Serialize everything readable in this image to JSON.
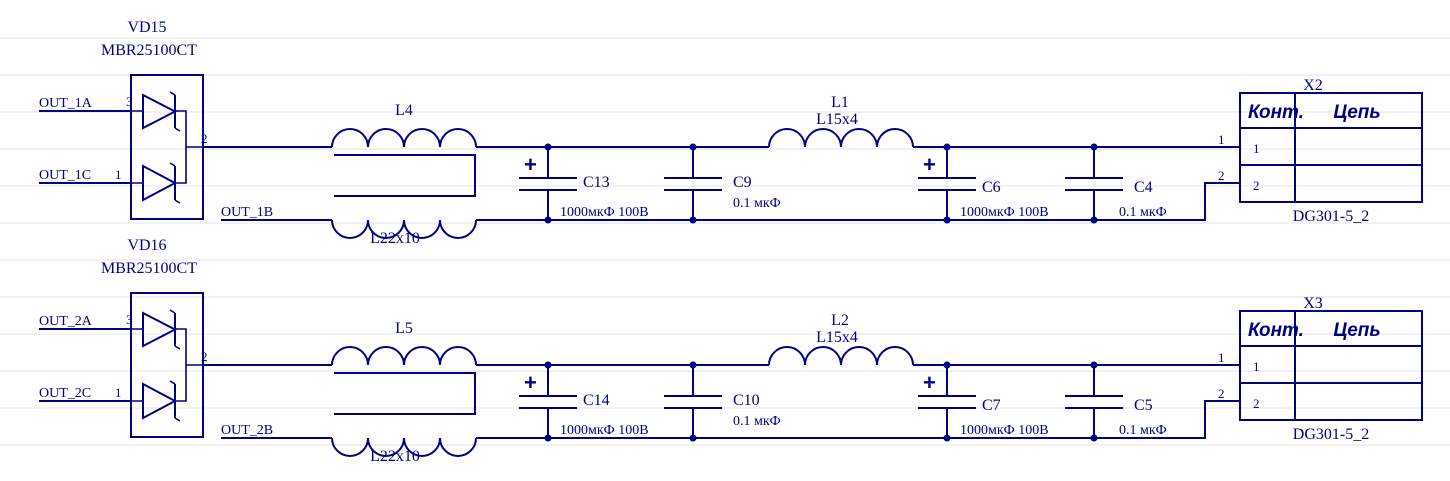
{
  "colors": {
    "wire": "#000080",
    "background": "#ffffff",
    "grid": "#e6e6e6"
  },
  "channels": [
    {
      "diode": {
        "ref": "VD15",
        "value": "MBR25100CT",
        "pin_a": "3",
        "pin_c": "1",
        "pin_k": "2"
      },
      "nets": {
        "a": "OUT_1A",
        "c": "OUT_1C",
        "b": "OUT_1B"
      },
      "choke": {
        "ref": "L4",
        "value": "L22x10"
      },
      "cap1": {
        "ref": "C13",
        "value": "1000мкФ 100В"
      },
      "cap2": {
        "ref": "C9",
        "value": "0.1 мкФ"
      },
      "inductor": {
        "ref": "L1",
        "value": "L15x4"
      },
      "cap3": {
        "ref": "C6",
        "value": "1000мкФ 100В"
      },
      "cap4": {
        "ref": "C4",
        "value": "0.1 мкФ"
      },
      "connector": {
        "ref": "X2",
        "type": "DG301-5_2",
        "col_pin": "Конт.",
        "col_net": "Цепь",
        "rows": [
          "1",
          "2"
        ],
        "pins": [
          "1",
          "2"
        ]
      }
    },
    {
      "diode": {
        "ref": "VD16",
        "value": "MBR25100CT",
        "pin_a": "3",
        "pin_c": "1",
        "pin_k": "2"
      },
      "nets": {
        "a": "OUT_2A",
        "c": "OUT_2C",
        "b": "OUT_2B"
      },
      "choke": {
        "ref": "L5",
        "value": "L22x10"
      },
      "cap1": {
        "ref": "C14",
        "value": "1000мкФ 100В"
      },
      "cap2": {
        "ref": "C10",
        "value": "0.1 мкФ"
      },
      "inductor": {
        "ref": "L2",
        "value": "L15x4"
      },
      "cap3": {
        "ref": "C7",
        "value": "1000мкФ 100В"
      },
      "cap4": {
        "ref": "C5",
        "value": "0.1 мкФ"
      },
      "connector": {
        "ref": "X3",
        "type": "DG301-5_2",
        "col_pin": "Конт.",
        "col_net": "Цепь",
        "rows": [
          "1",
          "2"
        ],
        "pins": [
          "1",
          "2"
        ]
      }
    }
  ],
  "symbols": {
    "polarized_marker": "+"
  }
}
